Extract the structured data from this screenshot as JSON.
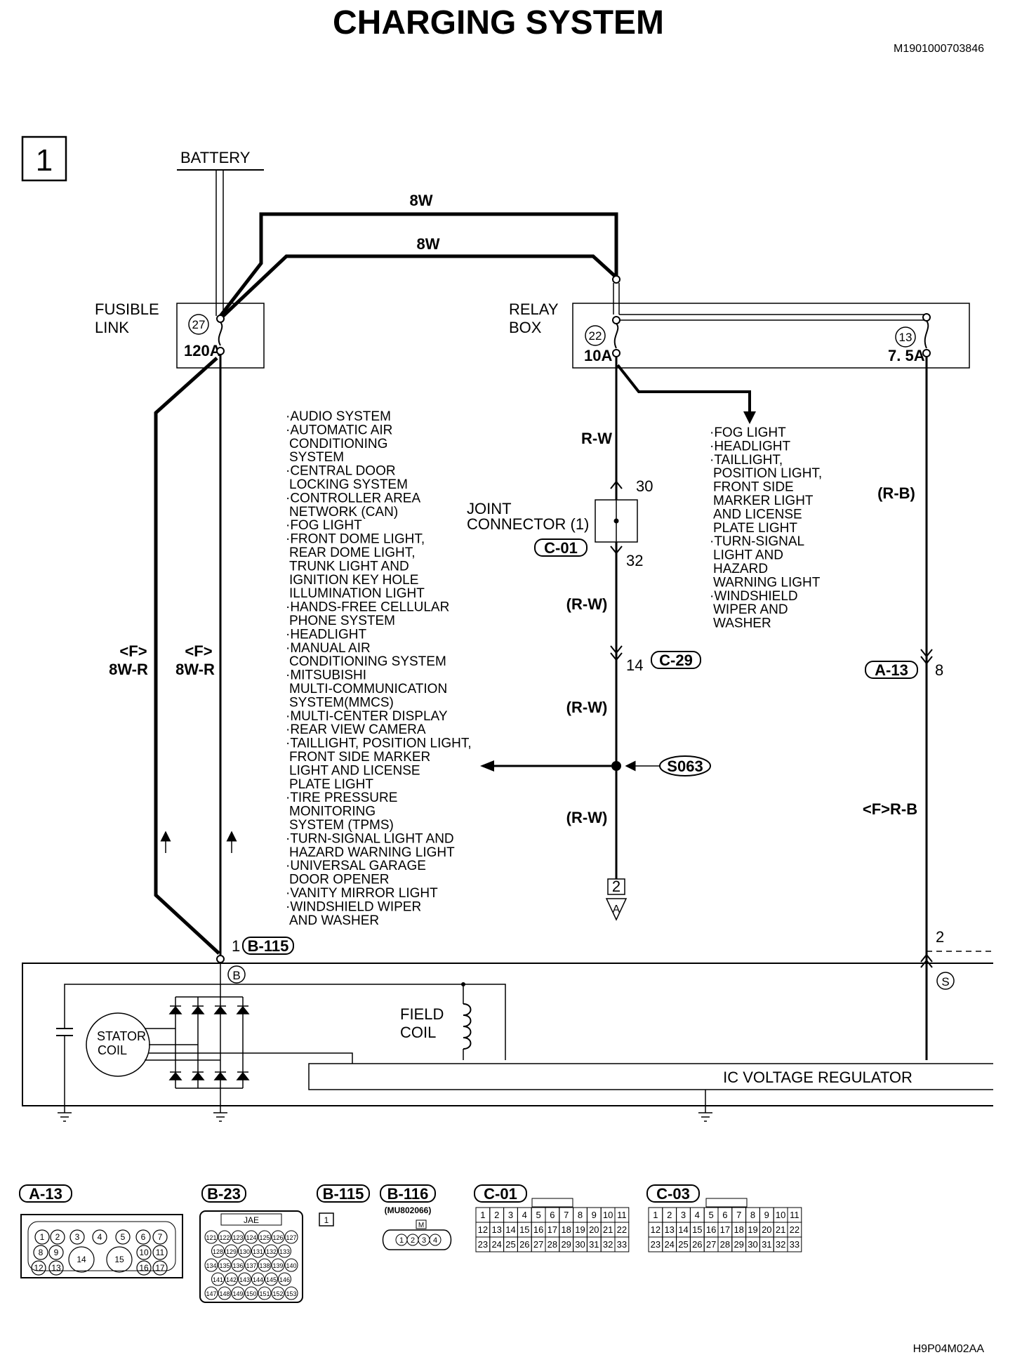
{
  "title": "CHARGING SYSTEM",
  "doc_id": "M1901000703846",
  "figure_id": "H9P04M02AA",
  "page_number": "1",
  "labels": {
    "battery": "BATTERY",
    "fusible_link_1": "FUSIBLE",
    "fusible_link_2": "LINK",
    "fuse_27_num": "27",
    "fuse_27_amp": "120A",
    "relay_box_1": "RELAY",
    "relay_box_2": "BOX",
    "fuse_22_num": "22",
    "fuse_22_amp": "10A",
    "fuse_13_num": "13",
    "fuse_13_amp": "7. 5A",
    "wire_8w_top": "8W",
    "wire_8w_mid": "8W",
    "wire_rw_top": "R-W",
    "wire_rw_1": "(R-W)",
    "wire_rw_2": "(R-W)",
    "wire_rw_3": "(R-W)",
    "wire_rb_paren": "(R-B)",
    "wire_f_rb": "<F>R-B",
    "wire_f_1": "<F>",
    "wire_8wr_1": "8W-R",
    "wire_f_2": "<F>",
    "wire_8wr_2": "8W-R",
    "joint_connector_1": "JOINT",
    "joint_connector_2": "CONNECTOR (1)",
    "conn_c01": "C-01",
    "pin_30": "30",
    "pin_32": "32",
    "pin_14": "14",
    "conn_c29": "C-29",
    "splice_s063": "S063",
    "conn_a13": "A-13",
    "pin_8": "8",
    "pin_2": "2",
    "pin_1": "1",
    "conn_b115": "B-115",
    "terminal_b": "B",
    "terminal_s": "S",
    "stator_coil_1": "STATOR",
    "stator_coil_2": "COIL",
    "field_coil_1": "FIELD",
    "field_coil_2": "COIL",
    "ic_voltage_regulator": "IC VOLTAGE REGULATOR",
    "page_ref_2": "2",
    "page_ref_a": "A"
  },
  "left_list": [
    "·AUDIO SYSTEM",
    "·AUTOMATIC AIR",
    " CONDITIONING",
    " SYSTEM",
    "·CENTRAL DOOR",
    " LOCKING SYSTEM",
    "·CONTROLLER AREA",
    " NETWORK (CAN)",
    "·FOG LIGHT",
    "·FRONT DOME LIGHT,",
    " REAR DOME LIGHT,",
    " TRUNK LIGHT AND",
    " IGNITION KEY HOLE",
    " ILLUMINATION LIGHT",
    "·HANDS-FREE CELLULAR",
    " PHONE SYSTEM",
    "·HEADLIGHT",
    "·MANUAL AIR",
    " CONDITIONING SYSTEM",
    "·MITSUBISHI",
    " MULTI-COMMUNICATION",
    " SYSTEM(MMCS)",
    "·MULTI-CENTER DISPLAY",
    "·REAR VIEW CAMERA",
    "·TAILLIGHT, POSITION LIGHT,",
    " FRONT SIDE MARKER",
    " LIGHT AND LICENSE",
    " PLATE LIGHT",
    "·TIRE PRESSURE",
    " MONITORING",
    " SYSTEM (TPMS)",
    "·TURN-SIGNAL LIGHT AND",
    " HAZARD WARNING LIGHT",
    "·UNIVERSAL GARAGE",
    " DOOR OPENER",
    "·VANITY MIRROR LIGHT",
    "·WINDSHIELD WIPER",
    " AND WASHER"
  ],
  "right_list": [
    "·FOG LIGHT",
    "·HEADLIGHT",
    "·TAILLIGHT,",
    " POSITION LIGHT,",
    " FRONT SIDE",
    " MARKER LIGHT",
    " AND LICENSE",
    " PLATE LIGHT",
    "·TURN-SIGNAL",
    " LIGHT AND",
    " HAZARD",
    " WARNING LIGHT",
    "·WINDSHIELD",
    " WIPER AND",
    " WASHER"
  ],
  "connector_legend": {
    "a13": "A-13",
    "b23": "B-23",
    "b23_brand": "JAE",
    "b115": "B-115",
    "b116": "B-116",
    "b116_part": "(MU802066)",
    "b116_key": "M",
    "c01": "C-01",
    "c03": "C-03"
  },
  "pins": {
    "a13": [
      "1",
      "2",
      "3",
      "4",
      "5",
      "6",
      "7",
      "8",
      "9",
      "10",
      "11",
      "12",
      "13",
      "14",
      "15",
      "16",
      "17"
    ],
    "b23": [
      [
        "121",
        "122",
        "123",
        "124",
        "125",
        "126",
        "127"
      ],
      [
        "128",
        "129",
        "130",
        "131",
        "132",
        "133"
      ],
      [
        "134",
        "135",
        "136",
        "137",
        "138",
        "139",
        "140"
      ],
      [
        "141",
        "142",
        "143",
        "144",
        "145",
        "146"
      ],
      [
        "147",
        "148",
        "149",
        "150",
        "151",
        "152",
        "153"
      ]
    ],
    "b115": [
      "1"
    ],
    "b116": [
      "1",
      "2",
      "3",
      "4"
    ],
    "c01": [
      [
        "1",
        "2",
        "3",
        "4",
        "5",
        "6",
        "7",
        "8",
        "9",
        "10",
        "11"
      ],
      [
        "12",
        "13",
        "14",
        "15",
        "16",
        "17",
        "18",
        "19",
        "20",
        "21",
        "22"
      ],
      [
        "23",
        "24",
        "25",
        "26",
        "27",
        "28",
        "29",
        "30",
        "31",
        "32",
        "33"
      ]
    ],
    "c03": [
      [
        "1",
        "2",
        "3",
        "4",
        "5",
        "6",
        "7",
        "8",
        "9",
        "10",
        "11"
      ],
      [
        "12",
        "13",
        "14",
        "15",
        "16",
        "17",
        "18",
        "19",
        "20",
        "21",
        "22"
      ],
      [
        "23",
        "24",
        "25",
        "26",
        "27",
        "28",
        "29",
        "30",
        "31",
        "32",
        "33"
      ]
    ]
  }
}
